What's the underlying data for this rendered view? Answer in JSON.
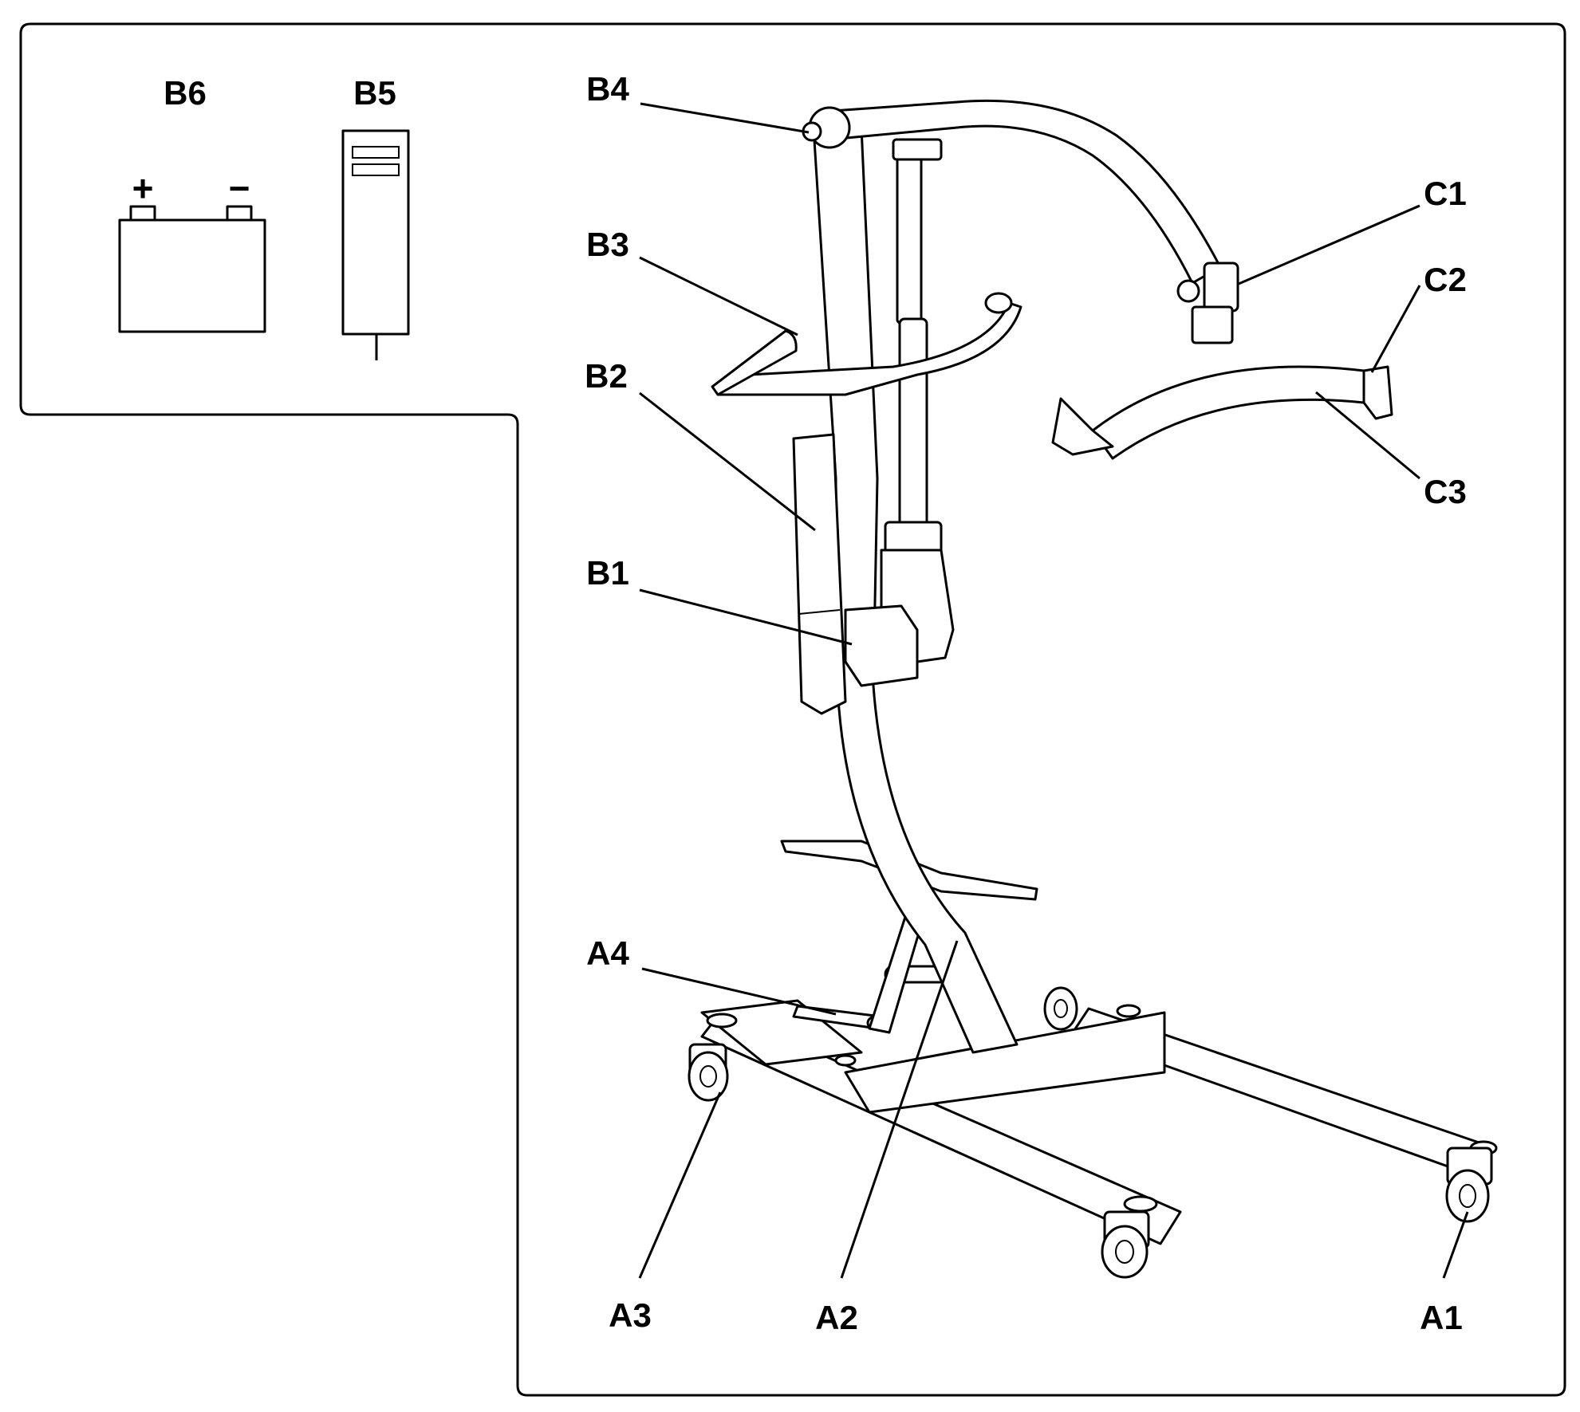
{
  "labels": {
    "B6": "B6",
    "B5": "B5",
    "B4": "B4",
    "B3": "B3",
    "B2": "B2",
    "B1": "B1",
    "C1": "C1",
    "C2": "C2",
    "C3": "C3",
    "A4": "A4",
    "A3": "A3",
    "A2": "A2",
    "A1": "A1"
  },
  "battery": {
    "plus": "+",
    "minus": "−"
  }
}
